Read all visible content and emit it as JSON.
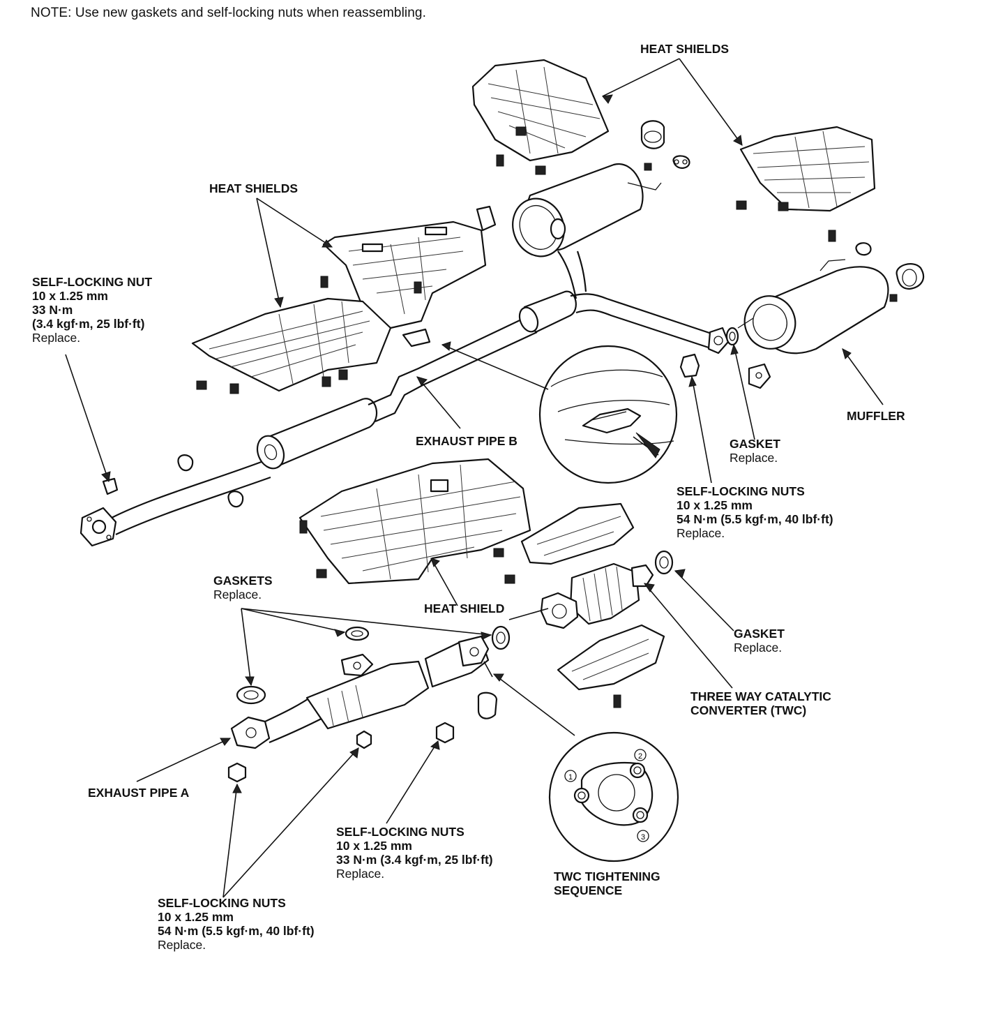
{
  "note": "NOTE: Use new gaskets and self-locking nuts when reassembling.",
  "labels": {
    "heat_shields_top": "HEAT SHIELDS",
    "heat_shields_left": "HEAT SHIELDS",
    "self_locking_nut_left": {
      "title": "SELF-LOCKING NUT",
      "size": "10 x 1.25 mm",
      "torque": "33 N·m",
      "torque_alt": "(3.4 kgf·m, 25 lbf·ft)",
      "action": "Replace."
    },
    "exhaust_pipe_b": "EXHAUST PIPE B",
    "muffler": "MUFFLER",
    "gasket_right": {
      "title": "GASKET",
      "action": "Replace."
    },
    "self_locking_nuts_right": {
      "title": "SELF-LOCKING NUTS",
      "size": "10 x 1.25 mm",
      "torque": "54 N·m (5.5 kgf·m, 40 lbf·ft)",
      "action": "Replace."
    },
    "gaskets_left": {
      "title": "GASKETS",
      "action": "Replace."
    },
    "heat_shield_mid": "HEAT SHIELD",
    "gasket_twc": {
      "title": "GASKET",
      "action": "Replace."
    },
    "twc": {
      "line1": "THREE WAY CATALYTIC",
      "line2": "CONVERTER (TWC)"
    },
    "exhaust_pipe_a": "EXHAUST PIPE A",
    "self_locking_nuts_mid": {
      "title": "SELF-LOCKING NUTS",
      "size": "10 x 1.25 mm",
      "torque": "33 N·m (3.4 kgf·m, 25 lbf·ft)",
      "action": "Replace."
    },
    "twc_sequence": {
      "line1": "TWC TIGHTENING",
      "line2": "SEQUENCE"
    },
    "self_locking_nuts_bottom": {
      "title": "SELF-LOCKING NUTS",
      "size": "10 x 1.25 mm",
      "torque": "54 N·m (5.5 kgf·m, 40 lbf·ft)",
      "action": "Replace."
    }
  },
  "sequence_numbers": [
    "1",
    "2",
    "3"
  ]
}
